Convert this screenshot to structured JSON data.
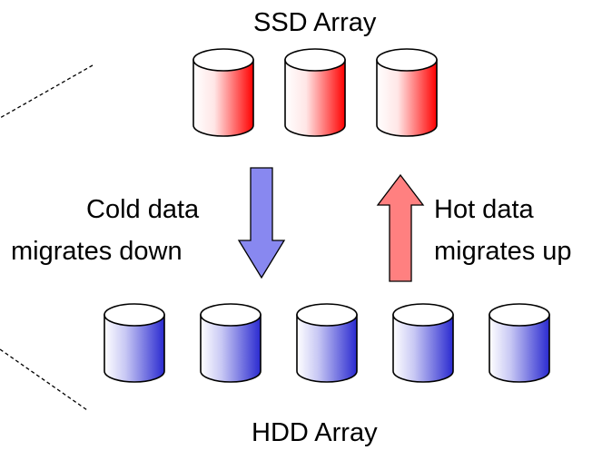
{
  "top_array": {
    "label": "SSD Array",
    "count": 3,
    "color": "#ff0000"
  },
  "bottom_array": {
    "label": "HDD Array",
    "count": 5,
    "color": "#3333dd"
  },
  "down_arrow": {
    "line1": "Cold data",
    "line2": "migrates down",
    "color": "#8888f0"
  },
  "up_arrow": {
    "line1": "Hot data",
    "line2": "migrates up",
    "color": "#ff8080"
  }
}
